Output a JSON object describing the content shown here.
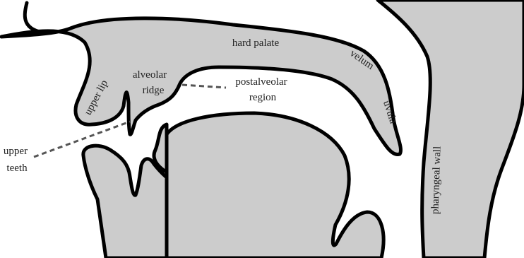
{
  "labels": {
    "hard_palate": "hard palate",
    "velum": "velum",
    "upper_lip": "upper lip",
    "alveolar_ridge_line1": "alveolar",
    "alveolar_ridge_line2": "ridge",
    "postalveolar_line1": "postalveolar",
    "postalveolar_line2": "region",
    "uvula": "uvula",
    "upper_teeth_line1": "upper",
    "upper_teeth_line2": "teeth",
    "pharyngeal_wall": "pharyngeal wall"
  },
  "colors": {
    "tissue_fill": "#cccccc",
    "outline": "#000000",
    "leader_line": "#555555",
    "background": "#ffffff"
  }
}
